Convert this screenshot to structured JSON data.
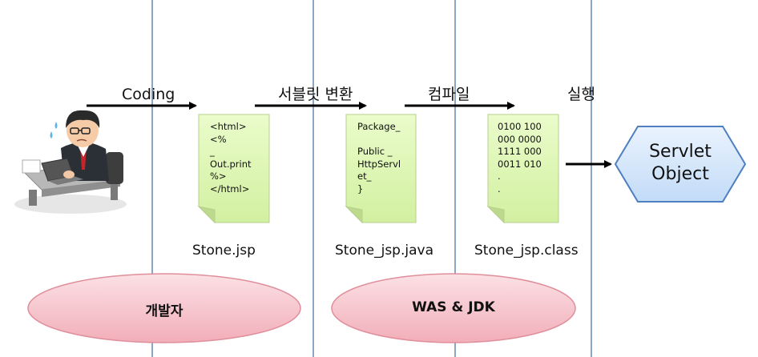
{
  "steps": {
    "coding": "Coding",
    "servlet_convert": "서블릿 변환",
    "compile": "컴파일",
    "execute": "실행"
  },
  "documents": [
    {
      "content": "<html>\n<%\n_\nOut.print\n%>\n</html>",
      "filename": "Stone.jsp"
    },
    {
      "content": "Package_\n\nPublic _\nHttpServl\net_\n}",
      "filename": "Stone_jsp.java"
    },
    {
      "content": "0100 100\n000 0000\n1111 000\n0011 010\n.\n.",
      "filename": "Stone_jsp.class"
    }
  ],
  "result": {
    "label": "Servlet\nObject"
  },
  "zones": {
    "developer": "개발자",
    "runtime": "WAS & JDK"
  },
  "colors": {
    "doc_fill": "#dff7b6",
    "ellipse_fill": "#f7c6cd",
    "hexagon_fill": "#d4e6fb",
    "divider": "#8aa6c4"
  },
  "icons": {
    "developer": "developer-at-desk-icon"
  }
}
